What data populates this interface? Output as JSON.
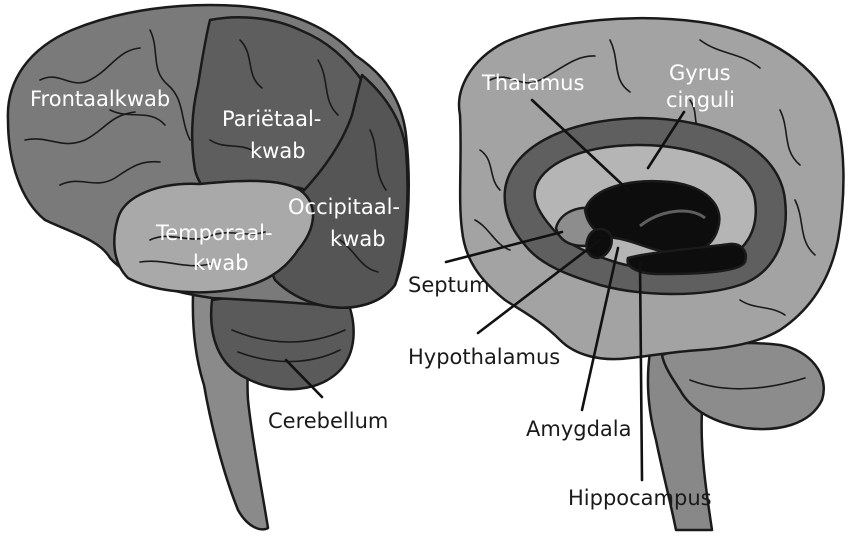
{
  "labels": {
    "frontal": "Frontaalkwab",
    "parietal_1": "Pariëtaal-",
    "parietal_2": "kwab",
    "occipital_1": "Occipitaal-",
    "occipital_2": "kwab",
    "temporal_1": "Temporaal-",
    "temporal_2": "kwab",
    "cerebellum": "Cerebellum",
    "thalamus": "Thalamus",
    "gyrus_1": "Gyrus",
    "gyrus_2": "cinguli",
    "septum": "Septum",
    "hypothalamus": "Hypothalamus",
    "amygdala": "Amygdala",
    "hippocampus": "Hippocampus"
  },
  "colors": {
    "frontal_lobe": "#7a7a7a",
    "parietal_lobe": "#5e5e5e",
    "occipital_lobe": "#555555",
    "temporal_lobe": "#a9a9a9",
    "cerebellum": "#5a5a5a",
    "brainstem": "#8a8a8a",
    "medial_cortex": "#a3a3a3",
    "limbic_band": "#5f5f5f",
    "limbic_inner": "#b5b5b5",
    "limbic_core": "#0d0d0d",
    "outline": "#1a1a1a"
  }
}
